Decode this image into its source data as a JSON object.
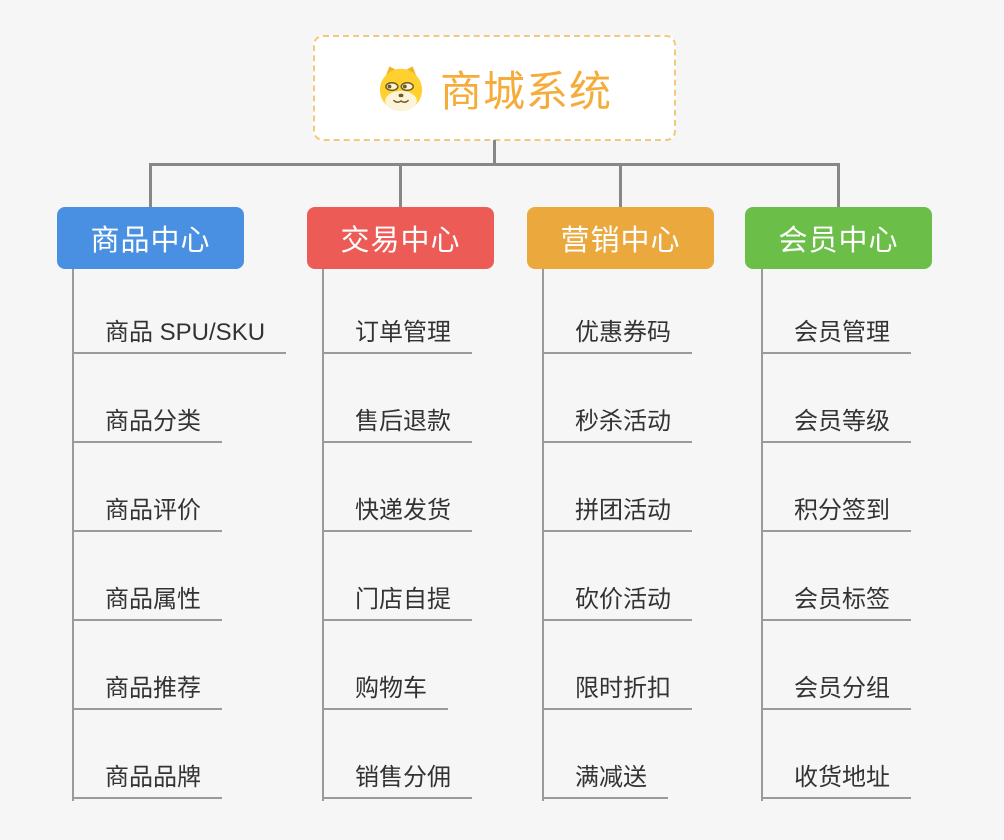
{
  "canvas": {
    "background_color": "#f6f6f6",
    "connector_color": "#878787",
    "leaf_line_color": "#9a9a9a",
    "leaf_text_color": "#333333"
  },
  "root": {
    "label": "商城系统",
    "icon": "doge-icon",
    "text_color": "#f5ac3b",
    "border_color": "#f2c97e",
    "background_color": "#ffffff"
  },
  "branches": [
    {
      "id": "product-center",
      "label": "商品中心",
      "color": "#4a90e2",
      "text_color": "#ffffff",
      "children": [
        "商品 SPU/SKU",
        "商品分类",
        "商品评价",
        "商品属性",
        "商品推荐",
        "商品品牌"
      ]
    },
    {
      "id": "trade-center",
      "label": "交易中心",
      "color": "#ec5b56",
      "text_color": "#ffffff",
      "children": [
        "订单管理",
        "售后退款",
        "快递发货",
        "门店自提",
        "购物车",
        "销售分佣"
      ]
    },
    {
      "id": "marketing-center",
      "label": "营销中心",
      "color": "#eba93d",
      "text_color": "#ffffff",
      "children": [
        "优惠券码",
        "秒杀活动",
        "拼团活动",
        "砍价活动",
        "限时折扣",
        "满减送"
      ]
    },
    {
      "id": "member-center",
      "label": "会员中心",
      "color": "#6bbe48",
      "text_color": "#ffffff",
      "children": [
        "会员管理",
        "会员等级",
        "积分签到",
        "会员标签",
        "会员分组",
        "收货地址"
      ]
    }
  ]
}
